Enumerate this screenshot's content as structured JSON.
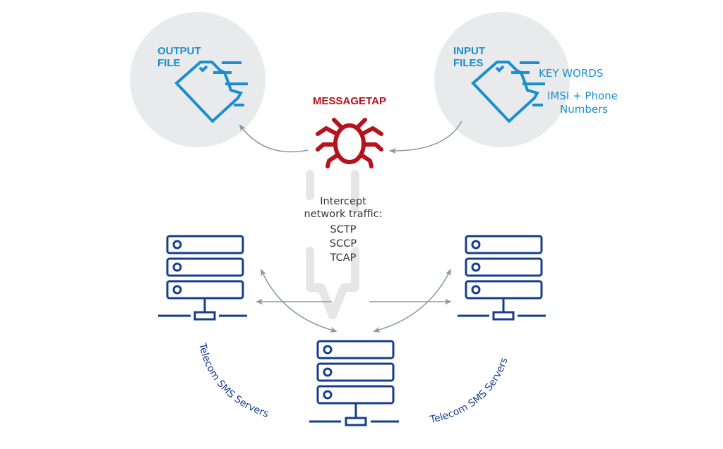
{
  "output_file": {
    "label_line1": "OUTPUT",
    "label_line2": "FILE",
    "icon": "file-icon"
  },
  "input_files": {
    "label_line1": "INPUT",
    "label_line2": "FILES",
    "icon": "file-icon",
    "items": [
      "KEY WORDS",
      "IMSI + Phone",
      "Numbers"
    ]
  },
  "malware": {
    "name": "MESSAGETAP",
    "icon": "bug-icon"
  },
  "intercept": {
    "lines": [
      "Intercept",
      "network traffic:",
      "SCTP",
      "SCCP",
      "TCAP"
    ]
  },
  "servers": {
    "left_label": "Telecom SMS Servers",
    "right_label": "Telecom SMS Servers",
    "icon": "server-icon"
  },
  "colors": {
    "accent_blue": "#1a8fcf",
    "navy": "#173e8c",
    "red": "#b5121b",
    "circle_fill": "#e9eaec",
    "arrow_gray": "#8d96a5",
    "big_arrow": "#e6e6e8",
    "text_dark": "#333333"
  }
}
